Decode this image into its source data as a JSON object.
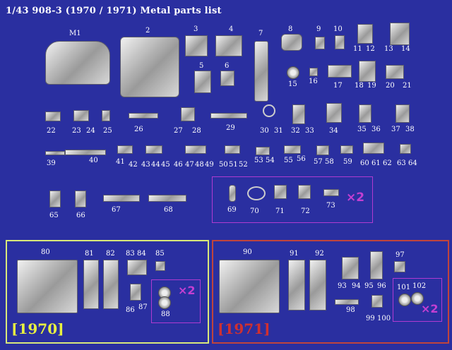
{
  "title": "1/43 908-3 (1970 / 1971)   Metal parts list",
  "labels": {
    "M1": "M1",
    "p2": "2",
    "p3": "3",
    "p4": "4",
    "p5": "5",
    "p6": "6",
    "p7": "7",
    "p8": "8",
    "p9": "9",
    "p10": "10",
    "p11": "11",
    "p12": "12",
    "p13": "13",
    "p14": "14",
    "p15": "15",
    "p16": "16",
    "p17": "17",
    "p18": "18",
    "p19": "19",
    "p20": "20",
    "p21": "21",
    "p22": "22",
    "p23": "23",
    "p24": "24",
    "p25": "25",
    "p26": "26",
    "p27": "27",
    "p28": "28",
    "p29": "29",
    "p30": "30",
    "p31": "31",
    "p32": "32",
    "p33": "33",
    "p34": "34",
    "p35": "35",
    "p36": "36",
    "p37": "37",
    "p38": "38",
    "p39": "39",
    "p40": "40",
    "p41": "41",
    "p42": "42",
    "p43": "43",
    "p44": "44",
    "p45": "45",
    "p46": "46",
    "p47": "47",
    "p48": "48",
    "p49": "49",
    "p50": "50",
    "p51": "51",
    "p52": "52",
    "p53": "53",
    "p54": "54",
    "p55": "55",
    "p56": "56",
    "p57": "57",
    "p58": "58",
    "p59": "59",
    "p60": "60",
    "p61": "61",
    "p62": "62",
    "p63": "63",
    "p64": "64",
    "p65": "65",
    "p66": "66",
    "p67": "67",
    "p68": "68",
    "p69": "69",
    "p70": "70",
    "p71": "71",
    "p72": "72",
    "p73": "73",
    "p80": "80",
    "p81": "81",
    "p82": "82",
    "p83": "83",
    "p84": "84",
    "p85": "85",
    "p86": "86",
    "p87": "87",
    "p88": "88",
    "p90": "90",
    "p91": "91",
    "p92": "92",
    "p93": "93",
    "p94": "94",
    "p95": "95",
    "p96": "96",
    "p97": "97",
    "p98": "98",
    "p99": "99",
    "p100": "100",
    "p101": "101",
    "p102": "102"
  },
  "multipliers": {
    "group_69_73": "×2",
    "group_88": "×2",
    "group_101_102": "×2"
  },
  "boxes": {
    "year_1970": "[1970]",
    "year_1971": "[1971]"
  },
  "colors": {
    "background": "#2a2fa0",
    "frame_1970": "#d9e87a",
    "frame_1971": "#c0443c",
    "frame_group": "#b03ad0",
    "multiplier": "#c43fd2",
    "year_1970_text": "#e8f040",
    "year_1971_text": "#d03030"
  }
}
